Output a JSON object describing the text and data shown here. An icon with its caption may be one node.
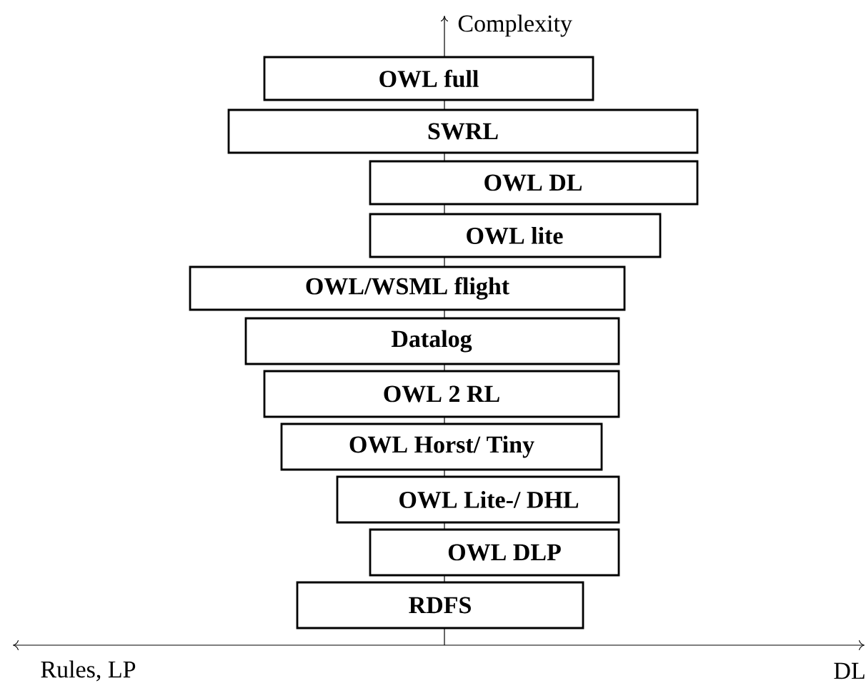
{
  "diagram": {
    "nodes": [
      {
        "text": [
          "OWL full"
        ]
      },
      {
        "text": [
          "SWRL"
        ]
      },
      {
        "text": [
          "OWL DL"
        ]
      },
      {
        "text": [
          "OWL lite"
        ]
      },
      {
        "text": [
          "OWL/WSML flight"
        ]
      },
      {
        "text": [
          "Datalog"
        ]
      },
      {
        "text": [
          "OWL 2 RL"
        ]
      },
      {
        "text": [
          "OWL Horst/ Tiny"
        ]
      },
      {
        "text": [
          "OWL Lite-/ DHL"
        ]
      },
      {
        "text": [
          "OWL DLP"
        ]
      },
      {
        "text": [
          "RDFS"
        ]
      }
    ],
    "labels": [
      "Complexity",
      "Rules, LP",
      "DL"
    ]
  }
}
